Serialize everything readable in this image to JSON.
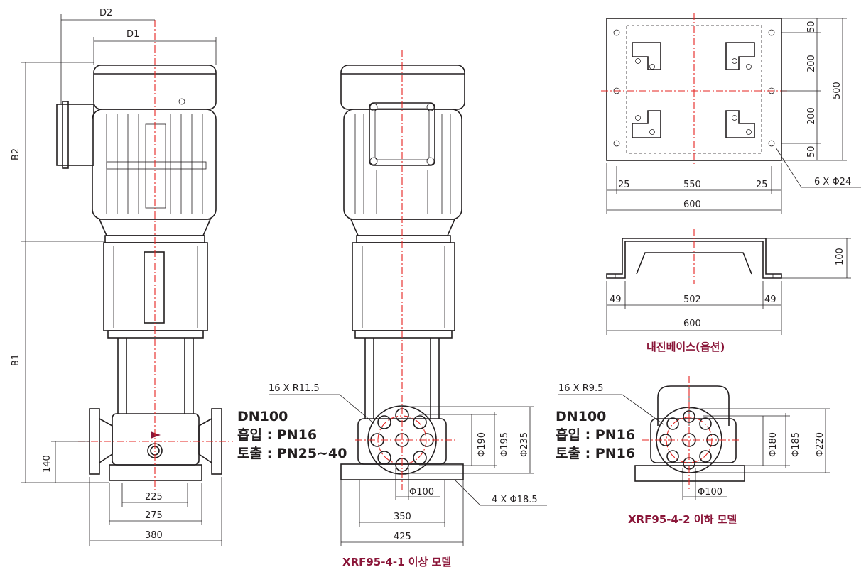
{
  "colors": {
    "line": "#231f20",
    "centerline": "#e52421",
    "caption": "#8a1538"
  },
  "left_view": {
    "top_dims": {
      "d2": "D2",
      "d1": "D1"
    },
    "side_dims": {
      "b2": "B2",
      "b1": "B1",
      "h140": "140"
    },
    "bottom_dims": [
      "225",
      "275",
      "380"
    ]
  },
  "middle_view": {
    "callout_bolt": "16 X R11.5",
    "spec": [
      "DN100",
      "흡입 : PN16",
      "토출 : PN25~40"
    ],
    "dia_dims": [
      "Φ190",
      "Φ195",
      "Φ235"
    ],
    "bore_dim": "Φ100",
    "hole_callout": "4 X Φ18.5",
    "bottom_dims": [
      "350",
      "425"
    ],
    "caption": "XRF95-4-1 이상 모델"
  },
  "base_view": {
    "right_dims": [
      "50",
      "200",
      "200",
      "50"
    ],
    "total_height": "500",
    "width_dims": [
      "25",
      "550",
      "25"
    ],
    "width_total": "600",
    "hole_callout": "6 X Φ24",
    "side_height": "100",
    "side_dims": [
      "49",
      "502",
      "49"
    ],
    "side_total": "600",
    "caption": "내진베이스(옵션)"
  },
  "right_view": {
    "callout_bolt": "16 X R9.5",
    "spec": [
      "DN100",
      "흡입 : PN16",
      "토출 : PN16"
    ],
    "dia_dims": [
      "Φ180",
      "Φ185",
      "Φ220"
    ],
    "bore_dim": "Φ100",
    "caption": "XRF95-4-2 이하 모델"
  }
}
